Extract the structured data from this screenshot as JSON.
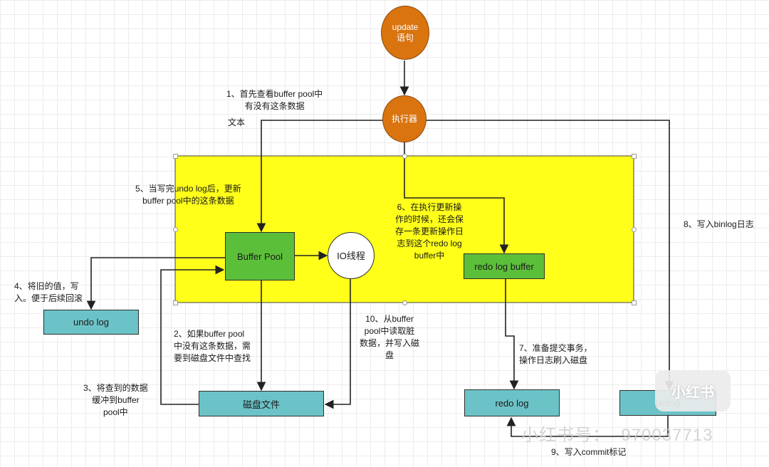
{
  "nodes": {
    "update_statement": {
      "line1": "update",
      "line2": "语句"
    },
    "executor": "执行器",
    "buffer_pool": "Buffer Pool",
    "io_thread": "IO线程",
    "redo_log_buffer": "redo log buffer",
    "undo_log": "undo log",
    "disk_file": "磁盘文件",
    "redo_log": "redo log",
    "binlog": "binlog"
  },
  "annotations": {
    "step1": "1、首先查看buffer pool中\n有没有这条数据",
    "text_placeholder": "文本",
    "step5": "5、当写完undo log后，更新\nbuffer pool中的这条数据",
    "step6": "6、在执行更新操\n作的时候，还会保\n存一条更新操作日\n志到这个redo log\nbuffer中",
    "step8": "8、写入binlog日志",
    "step4": "4、将旧的值，写\n入。便于后续回滚",
    "step2": "2、如果buffer pool\n中没有这条数据，需\n要到磁盘文件中查找",
    "step10": "10、从buffer\npool中读取脏\n数据，并写入磁\n盘",
    "step7": "7、准备提交事务，\n操作日志刷入磁盘",
    "step3": "3、将查到的数据\n缓冲到buffer\npool中",
    "step9": "9、写入commit标记"
  },
  "watermark": {
    "text": "小红书号：  970037713",
    "logo": "小红书"
  },
  "colors": {
    "orange": "#d9740f",
    "green": "#5cbf3a",
    "teal": "#6cc3c7",
    "yellow": "#ffff1a"
  }
}
